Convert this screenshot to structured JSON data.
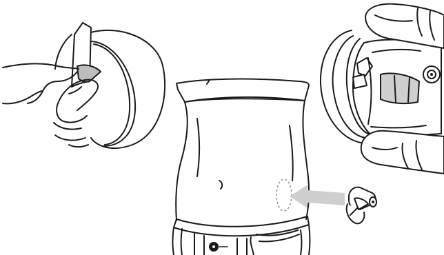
{
  "figure": {
    "panels": [
      {
        "id": "peel-backing",
        "icon": "hand-peeling-adhesive-icon"
      },
      {
        "id": "apply-to-abdomen",
        "icon": "abdomen-application-site-icon"
      },
      {
        "id": "hold-device",
        "icon": "hand-holding-applicator-icon"
      }
    ],
    "arrow": {
      "icon": "grey-direction-arrow-icon",
      "color": "#cfcfcf"
    },
    "colors": {
      "line": "#1a1a1a",
      "shade": "#cfcfcf",
      "background": "#ffffff"
    }
  }
}
